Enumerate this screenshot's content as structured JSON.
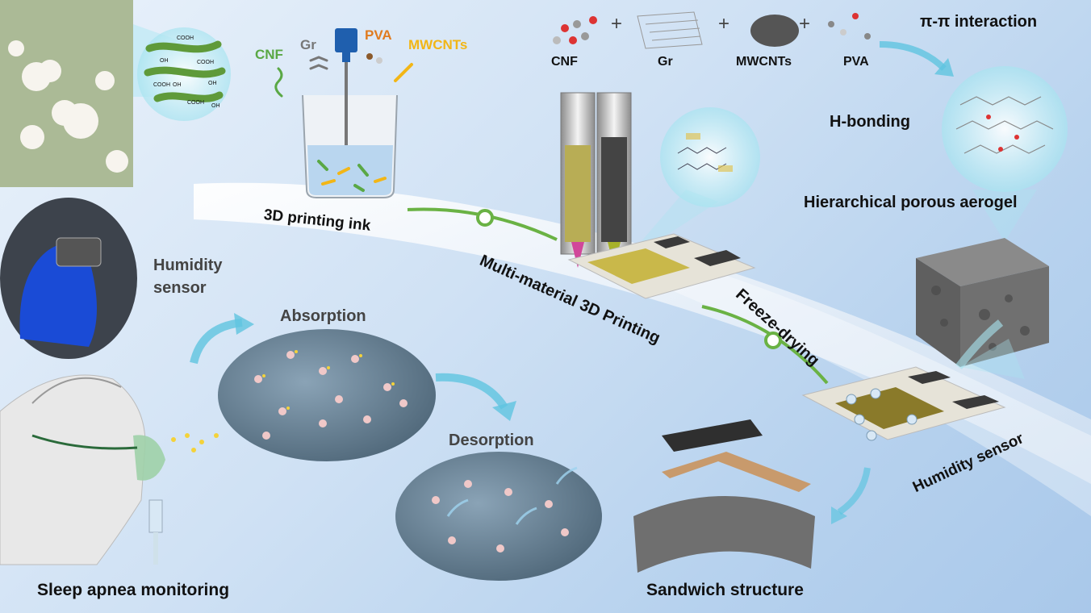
{
  "ink_components": [
    {
      "label": "CNF",
      "color": "#5aa845"
    },
    {
      "label": "Gr",
      "color": "#777777"
    },
    {
      "label": "PVA",
      "color": "#e07b1f"
    },
    {
      "label": "MWCNTs",
      "color": "#f2b616"
    }
  ],
  "formula": {
    "items": [
      "CNF",
      "Gr",
      "MWCNTs",
      "PVA"
    ],
    "plus": "+"
  },
  "interactions": {
    "pi": "π-π interaction",
    "h": "H-bonding",
    "aerogel": "Hierarchical porous aerogel"
  },
  "steps": {
    "ink": "3D printing ink",
    "printing": "Multi-material 3D Printing",
    "freeze": "Freeze-drying",
    "sensor": "Humidity sensor"
  },
  "left": {
    "humidity_sensor": "Humidity\nsensor",
    "absorption": "Absorption",
    "desorption": "Desorption",
    "sleep": "Sleep apnea monitoring",
    "sandwich": "Sandwich structure"
  },
  "cooh": [
    "COOH",
    "COOH",
    "OH",
    "OH",
    "COOH",
    "OH",
    "COOH",
    "OH"
  ],
  "colors": {
    "arrow": "#5fc4e0",
    "green": "#6ab244",
    "aerogel": "#6f6f6f",
    "substrate": "#e6e3d8",
    "electrode": "#3a3a3a"
  }
}
